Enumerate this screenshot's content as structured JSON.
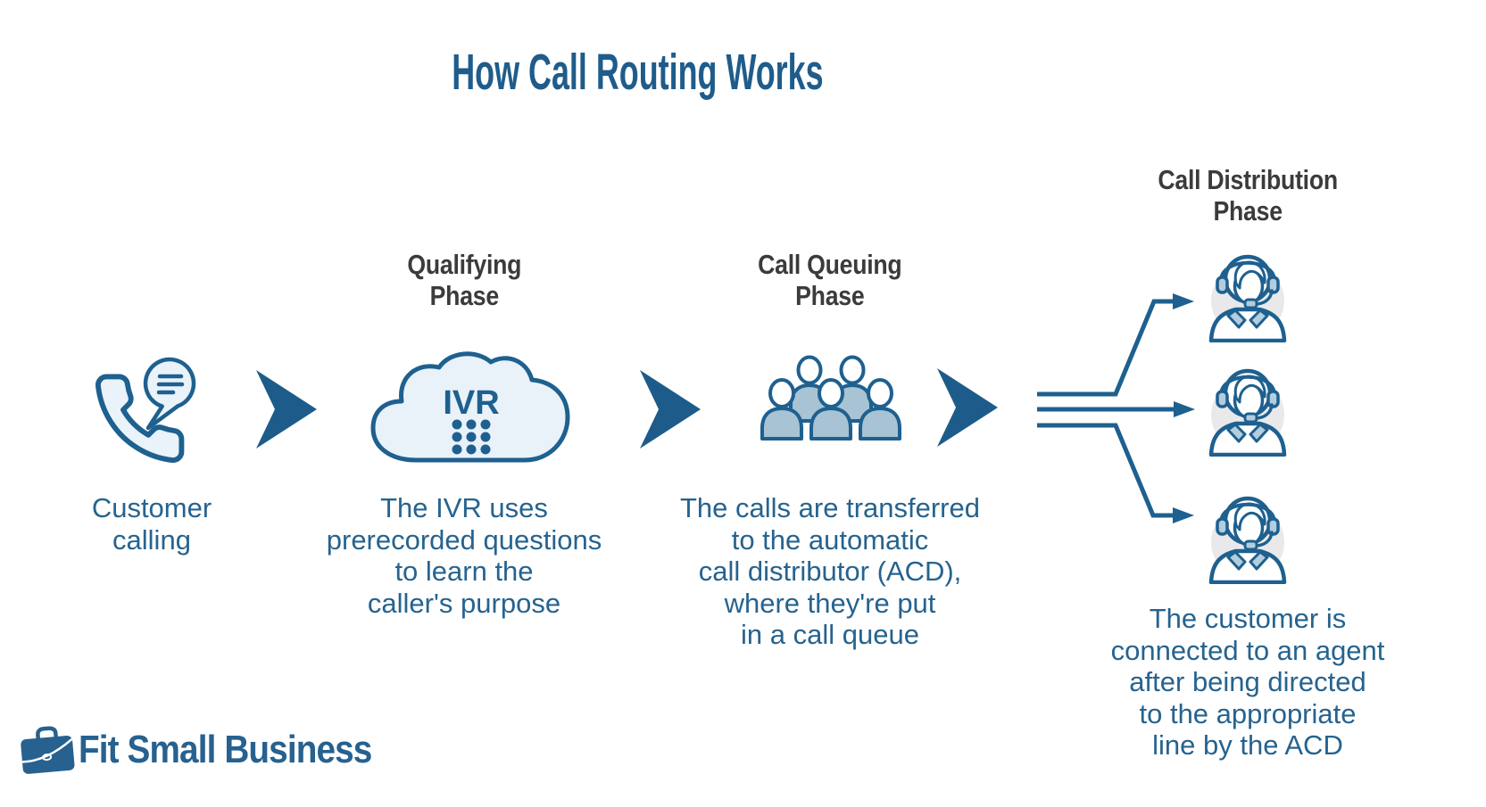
{
  "title": "How Call Routing Works",
  "colors": {
    "primary_stroke": "#1e608f",
    "title_text": "#1f5c8b",
    "body_text": "#26638f",
    "heading_text": "#3b3b3b",
    "arrow_fill": "#1d5c8a",
    "icon_fill": "#eaf2fa",
    "cloud_fill": "#e9f1f9",
    "people_fill": "#a7c3d4",
    "accent_fill": "#b3cddd",
    "agent_circle": "#e9e9eb",
    "logo_blue": "#27618f",
    "background": "#ffffff"
  },
  "steps": [
    {
      "id": "customer",
      "icon": "phone-chat-icon",
      "caption": "Customer\ncalling"
    },
    {
      "id": "qualifying",
      "heading": "Qualifying\nPhase",
      "icon": "ivr-cloud-icon",
      "icon_label": "IVR",
      "caption": "The IVR uses\nprerecorded questions\nto learn the\ncaller's purpose"
    },
    {
      "id": "queuing",
      "heading": "Call Queuing\nPhase",
      "icon": "call-queue-people-icon",
      "caption": "The calls are transferred\nto the automatic\ncall distributor (ACD),\nwhere they're put\nin a call queue"
    },
    {
      "id": "distribution",
      "heading": "Call Distribution\nPhase",
      "icon": "agent-headset-icon",
      "agent_count": 3,
      "caption": "The customer is\nconnected to an agent\nafter being directed\nto the appropriate\nline by the ACD"
    }
  ],
  "connectors": {
    "flow_arrow_count": 3,
    "distribution_branches": 3
  },
  "logo": {
    "icon": "briefcase-icon",
    "text": "Fit Small Business"
  }
}
